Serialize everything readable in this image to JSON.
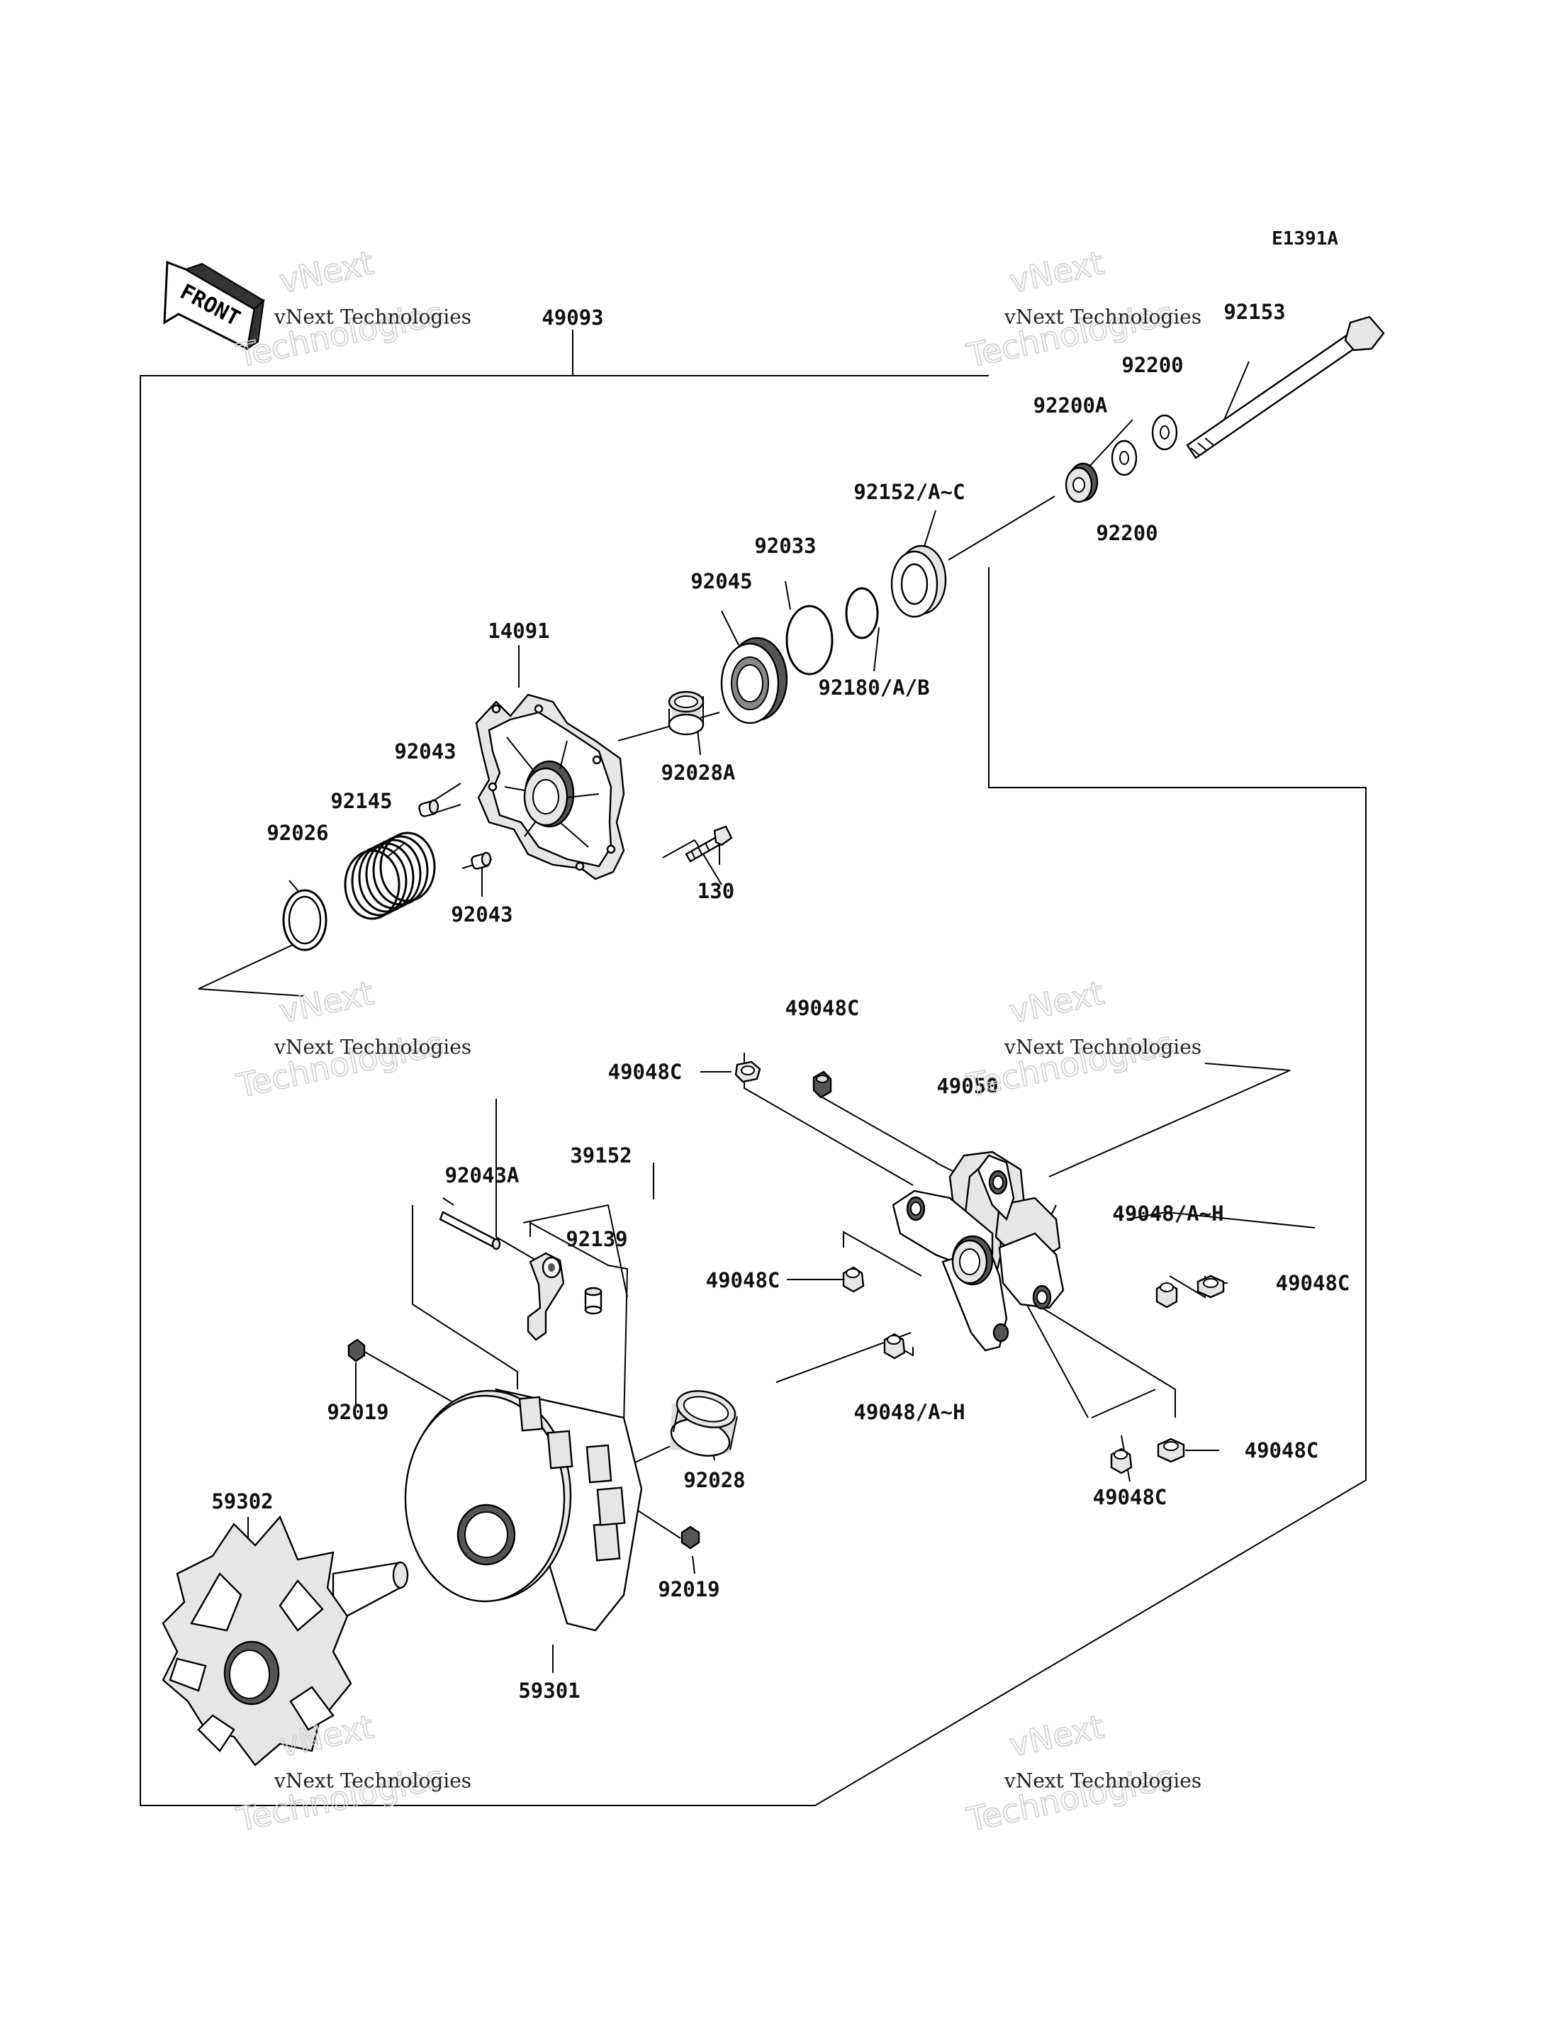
{
  "diagram_code": "E1391A",
  "front_marker": "FRONT",
  "watermark": {
    "name": "vNext Technologies",
    "outline_top": "vNext",
    "outline_bottom": "Technologies"
  },
  "labels": {
    "p49093": "49093",
    "p92153": "92153",
    "p92200C": "92200",
    "p92200A": "92200A",
    "p92200": "92200",
    "p92152": "92152/A~C",
    "p92033": "92033",
    "p92045": "92045",
    "p92180": "92180/A/B",
    "p14091": "14091",
    "p92043a": "92043",
    "p92145": "92145",
    "p92026": "92026",
    "p92028A": "92028A",
    "p130": "130",
    "p92043b": "92043",
    "p49048C1": "49048C",
    "p49048C2": "49048C",
    "p49050": "49050",
    "p92043A": "92043A",
    "p39152": "39152",
    "p92139": "92139",
    "p49048AH1": "49048/A~H",
    "p49048C3": "49048C",
    "p49048C4": "49048C",
    "p92019a": "92019",
    "p49048AH2": "49048/A~H",
    "p49048C5": "49048C",
    "p59302": "59302",
    "p92028": "92028",
    "p49048C6": "49048C",
    "p92019b": "92019",
    "p59301": "59301"
  }
}
